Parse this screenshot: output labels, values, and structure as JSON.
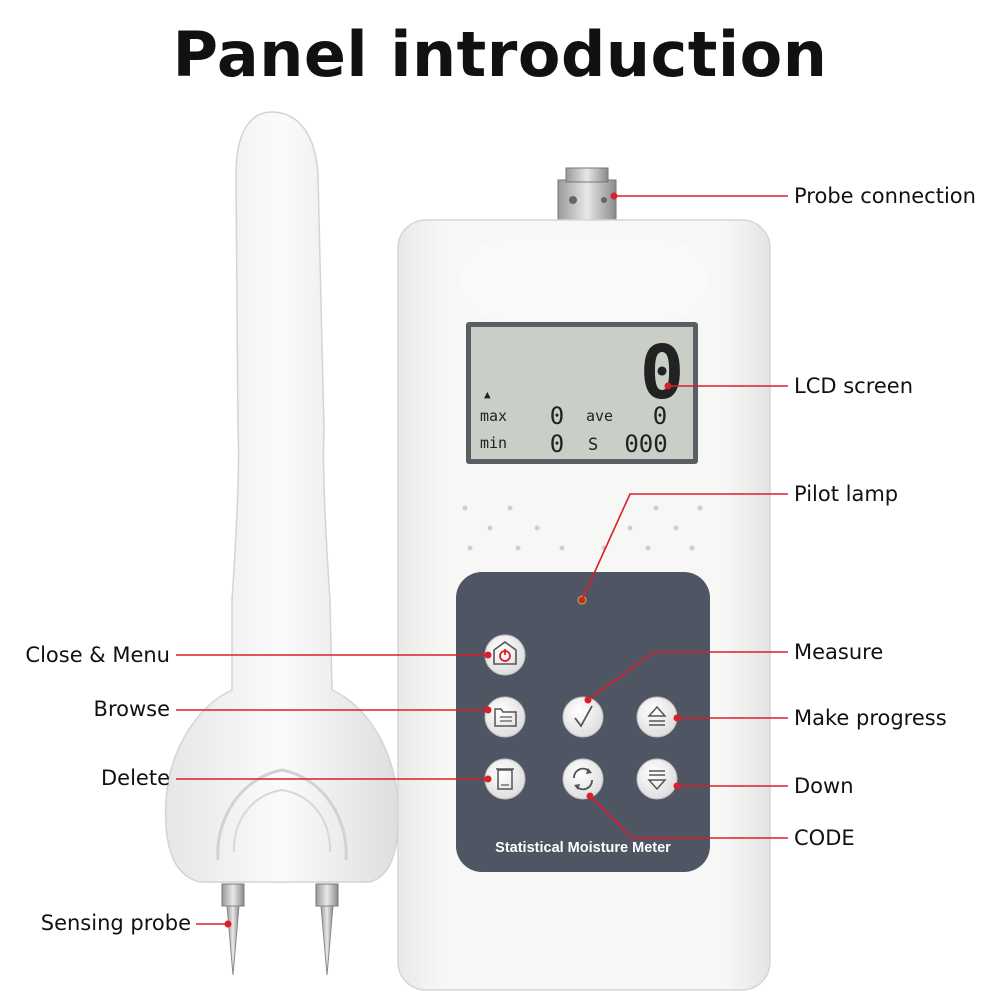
{
  "title": "Panel introduction",
  "lcd": {
    "main_reading": "0",
    "max_label": "max",
    "max_value": "0",
    "ave_label": "ave",
    "ave_value": "0",
    "min_label": "min",
    "min_value": "0",
    "s_label": "S",
    "s_value": "000",
    "indicator": "▲"
  },
  "device_name": "Statistical Moisture Meter",
  "callouts": {
    "probe_connection": "Probe connection",
    "lcd_screen": "LCD screen",
    "pilot_lamp": "Pilot lamp",
    "measure": "Measure",
    "make_progress": "Make progress",
    "down": "Down",
    "code": "CODE",
    "close_menu": "Close & Menu",
    "browse": "Browse",
    "delete": "Delete",
    "sensing_probe": "Sensing probe"
  },
  "colors": {
    "leader": "#d9202a",
    "body": "#f1f1f0",
    "panel": "#4f5563",
    "lcd": "#c9cfc6",
    "lamp": "#8fd14a"
  },
  "icons": [
    "power-icon",
    "folder-icon",
    "check-icon",
    "up-triangle-icon",
    "trash-icon",
    "refresh-icon",
    "down-triangle-icon"
  ]
}
